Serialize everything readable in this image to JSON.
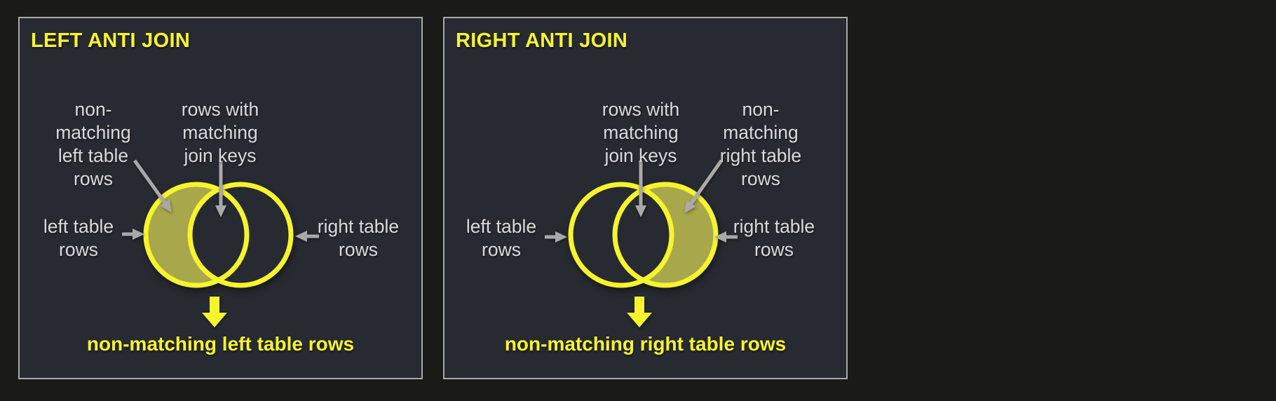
{
  "panels": [
    {
      "title": "LEFT ANTI JOIN",
      "caption": "non-matching left table rows",
      "filled_region": "left-circle-only",
      "labels": {
        "nonmatching": {
          "lines": [
            "non-",
            "matching",
            "left table",
            "rows"
          ]
        },
        "matching": {
          "lines": [
            "rows with",
            "matching",
            "join keys"
          ]
        },
        "left_table": {
          "lines": [
            "left table",
            "rows"
          ]
        },
        "right_table": {
          "lines": [
            "right table",
            "rows"
          ]
        }
      }
    },
    {
      "title": "RIGHT ANTI JOIN",
      "caption": "non-matching right table rows",
      "filled_region": "right-circle-only",
      "labels": {
        "matching": {
          "lines": [
            "rows with",
            "matching",
            "join keys"
          ]
        },
        "nonmatching": {
          "lines": [
            "non-",
            "matching",
            "right table",
            "rows"
          ]
        },
        "left_table": {
          "lines": [
            "left table",
            "rows"
          ]
        },
        "right_table": {
          "lines": [
            "right table",
            "rows"
          ]
        }
      }
    }
  ],
  "colors": {
    "page_background": "#1a1a18",
    "panel_background": "#282a31",
    "panel_border": "#a9a9a9",
    "title_yellow": "#f7f42d",
    "circle_stroke_yellow": "#f6f42c",
    "crescent_fill_olive": "#a9a74b",
    "label_gray": "#d9d9d9",
    "arrow_gray": "#a9a9a9"
  }
}
